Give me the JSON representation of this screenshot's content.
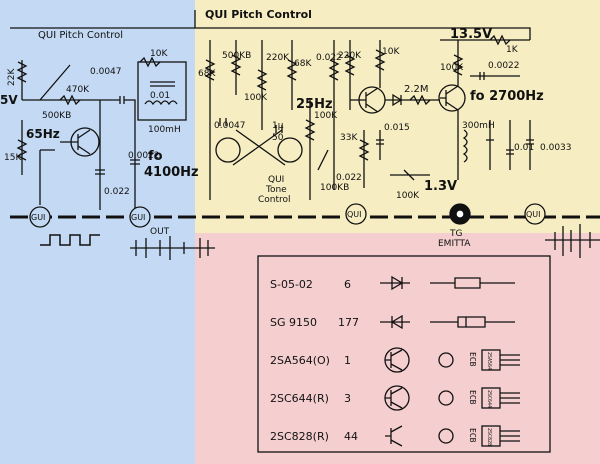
{
  "labels": {
    "title_top": "QUI Pitch Control",
    "title_left": "QUI Pitch Control",
    "v135": "13.5V",
    "r1k": "1K",
    "v5": "5V",
    "r22k": "22K",
    "r470k": "470K",
    "c0047a": "0.0047",
    "r500kb_a": "500KB",
    "r15k": "15K",
    "f65": "65Hz",
    "c0022a": "0.022",
    "c0022b": "0.0022",
    "fo4100a": "fo",
    "fo4100b": "4100Hz",
    "r10k_a": "10K",
    "c001a": "0.01",
    "l100mh": "100mH",
    "r68k_a": "68K",
    "r500kb_b": "500KB",
    "r100k_a": "100K",
    "c0047b": "0.0047",
    "r220k_a": "220K",
    "r68k_b": "68K",
    "f25": "25Hz",
    "c1u": "1μ",
    "c50": "50",
    "c0022c": "0.022",
    "r220k_b": "220K",
    "r10k_b": "10K",
    "r100k_b": "100K",
    "r100kb": "100KB",
    "tone1": "QUI",
    "tone2": "Tone",
    "tone3": "Control",
    "r33k": "33K",
    "c0022d": "0.022",
    "c0015": "0.015",
    "r22m": "2.2M",
    "r100k_c": "100K",
    "v13": "1.3V",
    "r100k_d": "100K",
    "c00022": "0.0022",
    "fo2700": "fo 2700Hz",
    "l300mh": "300mH",
    "c001b": "0.01",
    "c0033": "0.0033",
    "out": "OUT",
    "tg1": "TG",
    "tg2": "EMITTA",
    "gui1": "GUI",
    "gui2": "GUI",
    "qui1": "QUI",
    "qui2": "QUI"
  },
  "parts": [
    {
      "name": "S-05-02",
      "num": "6"
    },
    {
      "name": "SG 9150",
      "num": "177"
    },
    {
      "name": "2SA564(O)",
      "num": "1"
    },
    {
      "name": "2SC644(R)",
      "num": "3"
    },
    {
      "name": "2SC828(R)",
      "num": "44"
    }
  ],
  "pinouts": [
    "ECB",
    "ECB",
    "ECB"
  ],
  "packages": [
    "2SA564",
    "2SC644",
    "2SC828"
  ],
  "colors": {
    "blue": "#c4daf4",
    "yellow": "#f6edc2",
    "pink": "#f5cfd0",
    "ink": "#111111"
  }
}
